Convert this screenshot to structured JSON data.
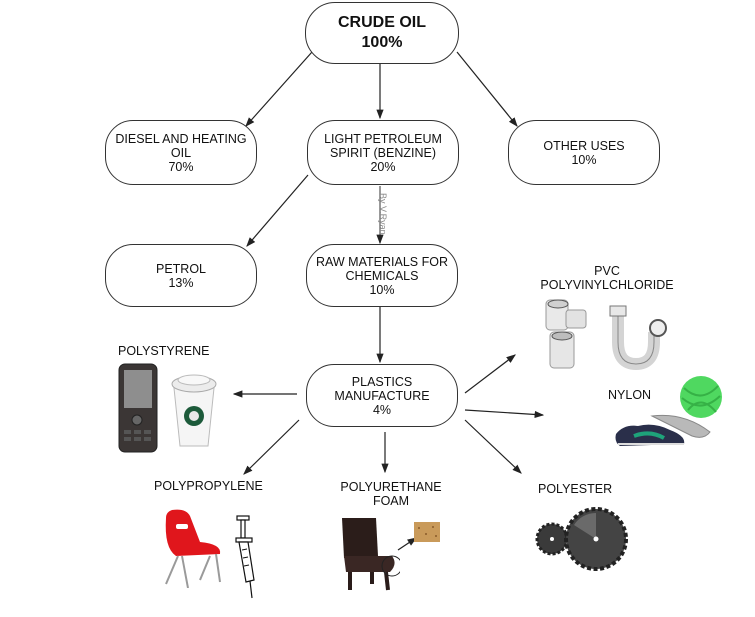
{
  "diagram": {
    "watermark": "By V.Ryan",
    "nodes": {
      "crude_oil": {
        "title": "CRUDE OIL",
        "value": "100%"
      },
      "diesel": {
        "title_line1": "DIESEL AND HEATING",
        "title_line2": "OIL",
        "value": "70%"
      },
      "light_petroleum": {
        "title_line1": "LIGHT PETROLEUM",
        "title_line2": "SPIRIT (BENZINE)",
        "value": "20%"
      },
      "other_uses": {
        "title": "OTHER USES",
        "value": "10%"
      },
      "petrol": {
        "title": "PETROL",
        "value": "13%"
      },
      "raw_materials": {
        "title_line1": "RAW MATERIALS FOR",
        "title_line2": "CHEMICALS",
        "value": "10%"
      },
      "plastics": {
        "title_line1": "PLASTICS",
        "title_line2": "MANUFACTURE",
        "value": "4%"
      }
    },
    "products": {
      "polystyrene": {
        "label": "POLYSTYRENE",
        "images": [
          "mobile-phone",
          "coffee-cup"
        ]
      },
      "pvc": {
        "label_line1": "PVC",
        "label_line2": "POLYVINYLCHLORIDE",
        "images": [
          "pipe-fittings",
          "u-bend-trap"
        ]
      },
      "nylon": {
        "label": "NYLON",
        "images": [
          "green-twine-ball",
          "sneaker"
        ]
      },
      "polypropylene": {
        "label": "POLYPROPYLENE",
        "images": [
          "red-chair",
          "syringe"
        ]
      },
      "polyurethane": {
        "label_line1": "POLYURETHANE",
        "label_line2": "FOAM",
        "images": [
          "upholstered-chair",
          "foam-block"
        ]
      },
      "polyester": {
        "label": "POLYESTER",
        "images": [
          "gears"
        ]
      }
    },
    "colors": {
      "line": "#222222",
      "chair_red": "#e0161c",
      "twine_green": "#4fd860",
      "foam": "#c99a5a"
    }
  }
}
